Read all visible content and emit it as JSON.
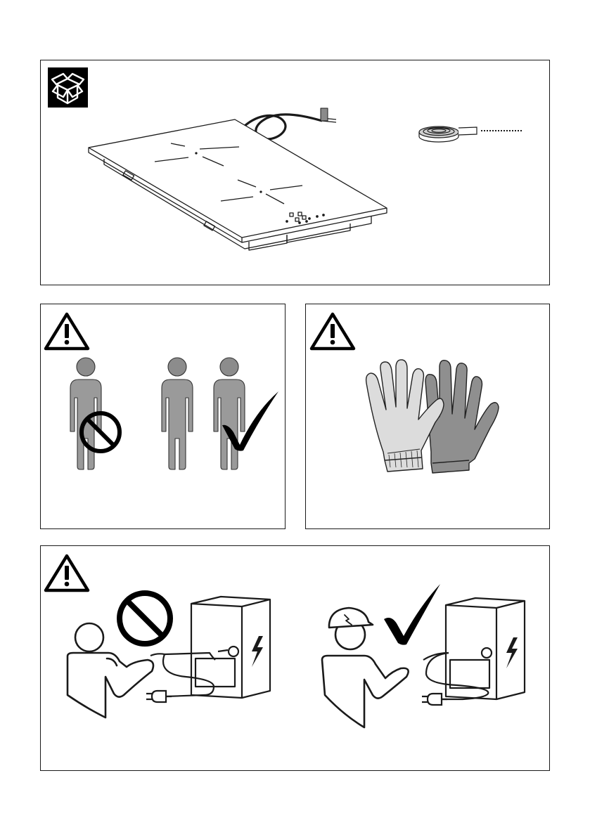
{
  "page": {
    "background": "#ffffff"
  },
  "colors": {
    "line": "#1a1a1a",
    "figure_gray": "#9a9a9a",
    "head_gray": "#8c8c8c",
    "glove_light": "#d9d9d9",
    "glove_dark": "#8f8f8f",
    "icon_bg": "#000000"
  },
  "panels": [
    {
      "id": "box-contents",
      "icons": [
        "package-box-icon",
        "induction-hob-illustration",
        "sealing-tape-roll-icon"
      ]
    },
    {
      "id": "two-person-lift",
      "icons": [
        "warning-triangle-icon",
        "single-person-prohibited-figure",
        "prohibited-icon",
        "two-persons-figure",
        "checkmark-icon"
      ]
    },
    {
      "id": "wear-gloves",
      "icons": [
        "warning-triangle-icon",
        "protective-gloves-icon"
      ]
    },
    {
      "id": "qualified-electrician",
      "icons": [
        "warning-triangle-icon",
        "person-prohibited-figure",
        "prohibited-icon",
        "electrical-cabinet-icon",
        "electrician-with-helmet-figure",
        "checkmark-icon",
        "plug-icon",
        "high-voltage-icon"
      ]
    }
  ]
}
